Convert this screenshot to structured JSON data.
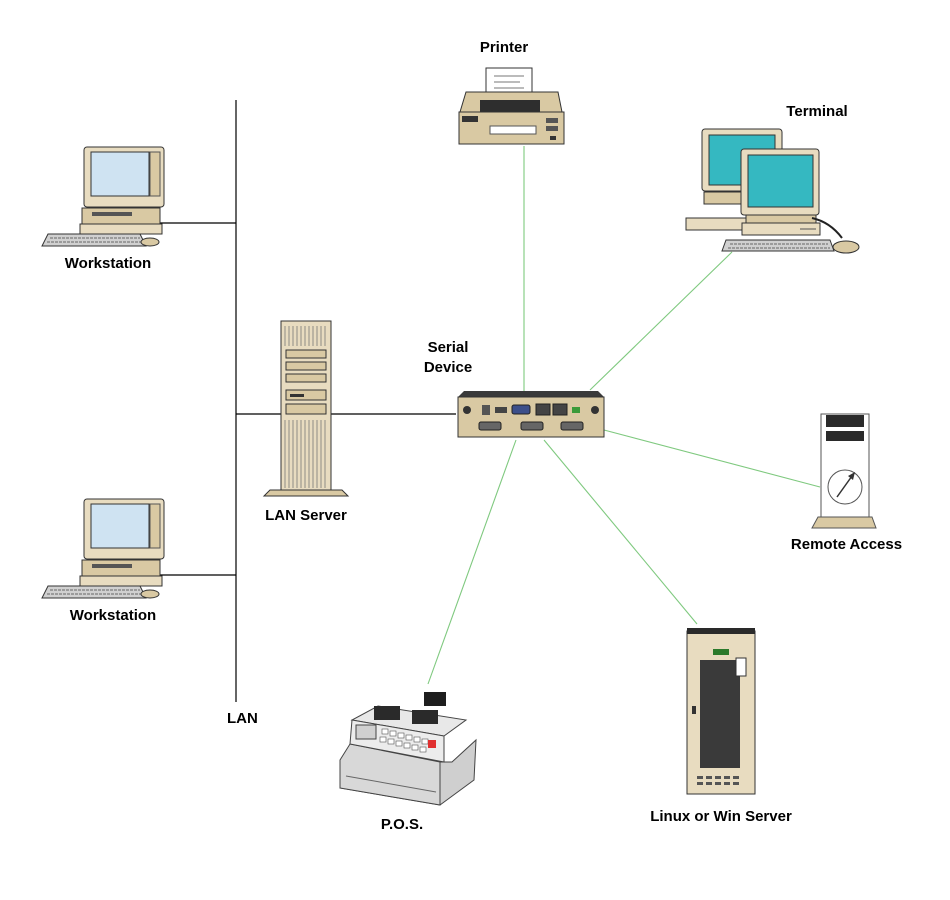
{
  "diagram": {
    "nodes": {
      "printer": {
        "label": "Printer",
        "icon": "printer-icon"
      },
      "terminal": {
        "label": "Terminal",
        "icon": "terminal-icon"
      },
      "workstation_top": {
        "label": "Workstation",
        "icon": "workstation-icon"
      },
      "workstation_bottom": {
        "label": "Workstation",
        "icon": "workstation-icon"
      },
      "lan_server": {
        "label": "LAN Server",
        "icon": "tower-server-icon"
      },
      "serial_device": {
        "label_line1": "Serial",
        "label_line2": "Device",
        "icon": "serial-device-server-icon"
      },
      "remote_access": {
        "label": "Remote Access",
        "icon": "remote-access-server-icon"
      },
      "pos": {
        "label": "P.O.S.",
        "icon": "cash-register-icon"
      },
      "linux_server": {
        "label": "Linux or Win Server",
        "icon": "rack-server-icon"
      }
    },
    "lan": {
      "label": "LAN"
    },
    "colors": {
      "lan_line": "#000000",
      "serial_link": "#7fc97f",
      "device_beige": "#d9c9a3",
      "device_dark": "#3a3a3a",
      "screen_blue": "#cfe3f2",
      "screen_teal": "#35b8c1"
    }
  }
}
